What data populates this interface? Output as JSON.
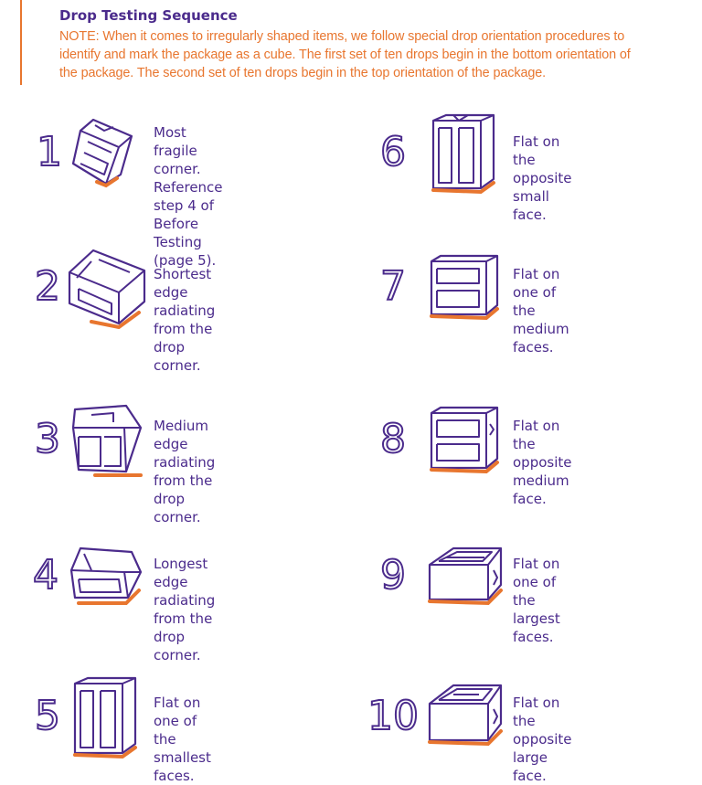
{
  "header": {
    "title": "Drop Testing Sequence",
    "note": "NOTE: When it comes to irregularly shaped items, we follow special drop orientation procedures to identify and mark the package as a cube. The first set of ten drops begin in the bottom orientation of the package. The second set of ten drops begin in the top orientation of the package."
  },
  "colors": {
    "accent": "#e8762f",
    "ink": "#4b2b8c"
  },
  "steps": [
    {
      "number": "1",
      "text": "Most fragile corner.\nReference step 4 of\nBefore Testing (page 5).",
      "icon": "box-corner-drop-icon"
    },
    {
      "number": "2",
      "text": "Shortest edge radiating\nfrom the drop corner.",
      "icon": "box-edge-drop-icon"
    },
    {
      "number": "3",
      "text": "Medium edge radiating\nfrom the drop corner.",
      "icon": "box-edge-drop-icon"
    },
    {
      "number": "4",
      "text": "Longest edge radiating\nfrom the drop corner.",
      "icon": "box-edge-drop-icon"
    },
    {
      "number": "5",
      "text": "Flat on one of the smallest\nfaces.",
      "icon": "box-face-drop-icon"
    },
    {
      "number": "6",
      "text": "Flat on the opposite\nsmall face.",
      "icon": "box-face-drop-icon"
    },
    {
      "number": "7",
      "text": "Flat on one of the\nmedium faces.",
      "icon": "box-face-drop-icon"
    },
    {
      "number": "8",
      "text": "Flat on the opposite\nmedium face.",
      "icon": "box-face-drop-icon"
    },
    {
      "number": "9",
      "text": "Flat on one of the\nlargest faces.",
      "icon": "box-face-drop-icon"
    },
    {
      "number": "10",
      "text": "Flat on the opposite\nlarge face.",
      "icon": "box-face-drop-icon"
    }
  ]
}
